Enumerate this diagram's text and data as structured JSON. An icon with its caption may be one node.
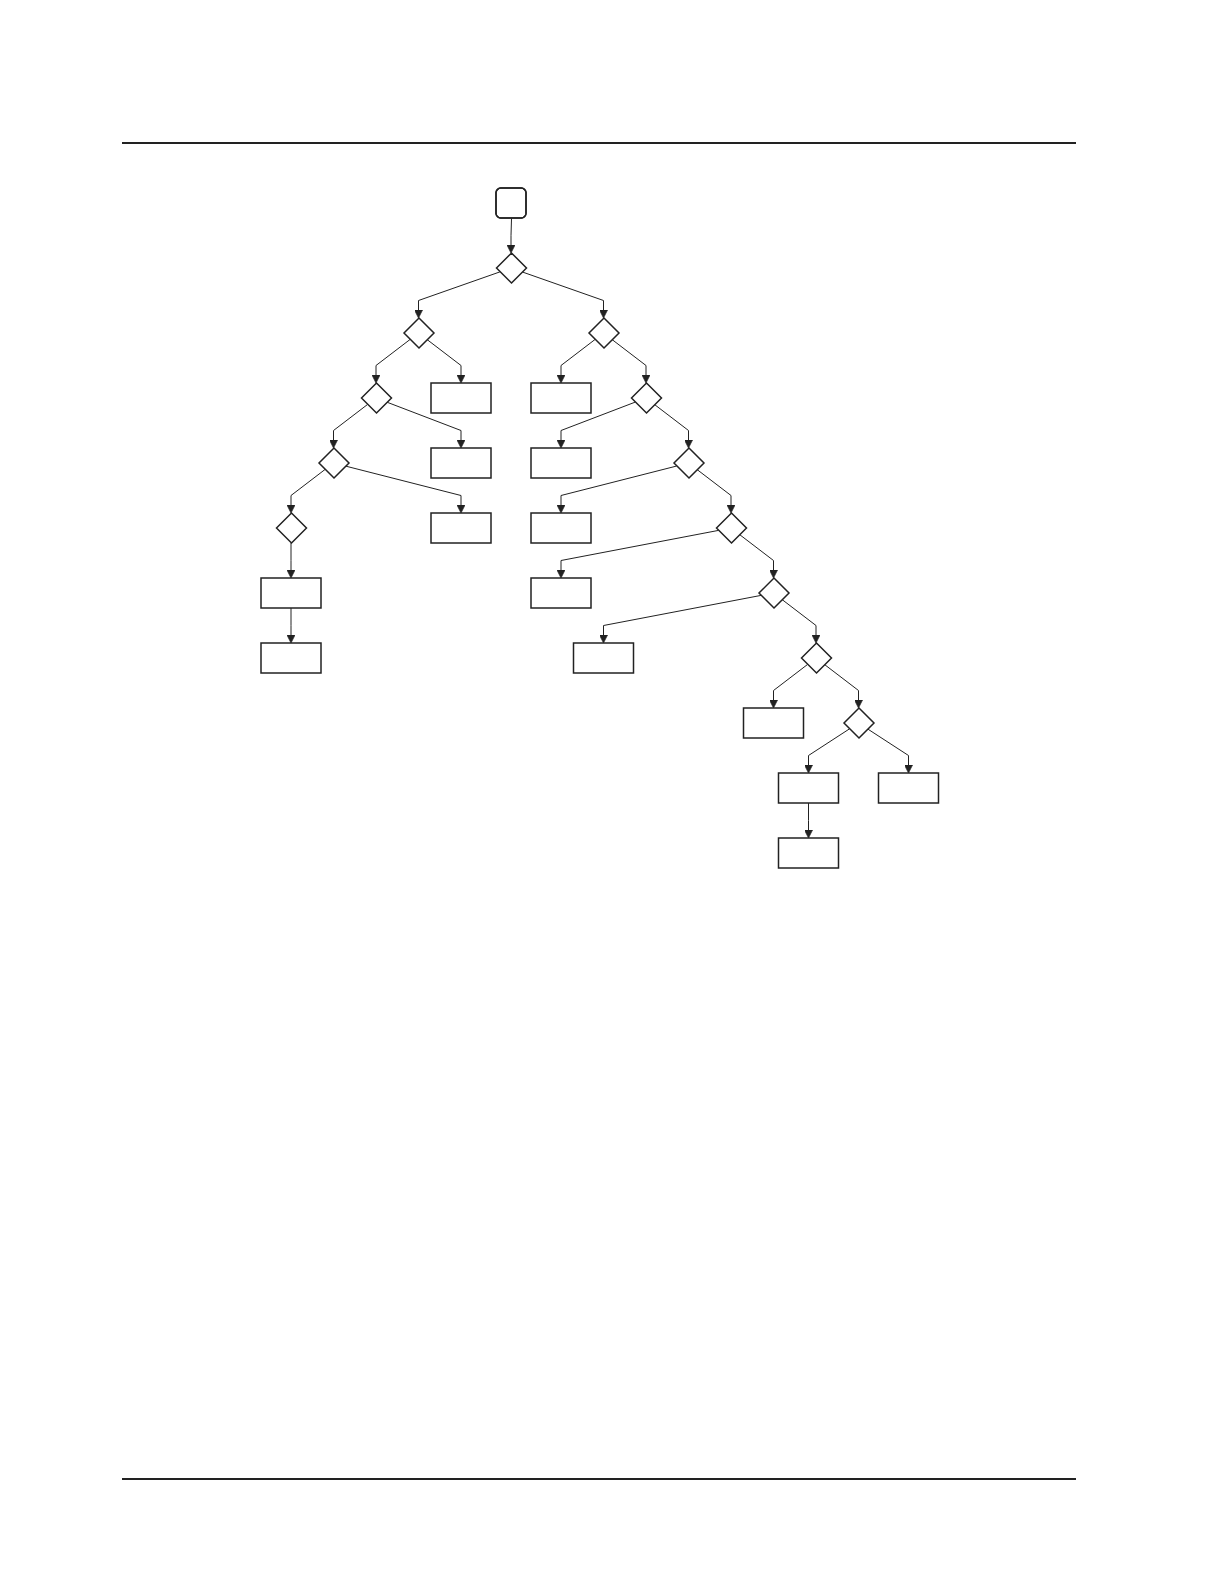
{
  "diagram": {
    "nodes": [
      {
        "text": [],
        "shape": "rounded"
      },
      {
        "text": [],
        "shape": "diamond"
      },
      {
        "text": [],
        "shape": "diamond"
      },
      {
        "text": [],
        "shape": "diamond"
      },
      {
        "text": [],
        "shape": "diamond"
      },
      {
        "text": [],
        "shape": "diamond"
      },
      {
        "text": [],
        "shape": "box"
      },
      {
        "text": [],
        "shape": "box"
      },
      {
        "text": [],
        "shape": "box"
      },
      {
        "text": [],
        "shape": "box"
      },
      {
        "text": [],
        "shape": "diamond"
      },
      {
        "text": [],
        "shape": "box"
      },
      {
        "text": [],
        "shape": "box"
      },
      {
        "text": [],
        "shape": "diamond"
      },
      {
        "text": [],
        "shape": "box"
      },
      {
        "text": [],
        "shape": "diamond"
      },
      {
        "text": [],
        "shape": "box"
      },
      {
        "text": [],
        "shape": "diamond"
      },
      {
        "text": [],
        "shape": "box"
      },
      {
        "text": [],
        "shape": "diamond"
      },
      {
        "text": [],
        "shape": "box"
      },
      {
        "text": [],
        "shape": "diamond"
      },
      {
        "text": [],
        "shape": "box"
      },
      {
        "text": [],
        "shape": "diamond"
      },
      {
        "text": [],
        "shape": "box"
      },
      {
        "text": [],
        "shape": "box"
      },
      {
        "text": [],
        "shape": "box"
      }
    ],
    "edges": [
      {
        "from": 0,
        "to": 1,
        "arrow": "to"
      },
      {
        "from": 1,
        "to": 2,
        "arrow": "to"
      },
      {
        "from": 2,
        "to": 3,
        "arrow": "to"
      },
      {
        "from": 3,
        "to": 4,
        "arrow": "to"
      },
      {
        "from": 4,
        "to": 5,
        "arrow": "to"
      },
      {
        "from": 2,
        "to": 6,
        "arrow": "to"
      },
      {
        "from": 3,
        "to": 7,
        "arrow": "to"
      },
      {
        "from": 4,
        "to": 8,
        "arrow": "to"
      },
      {
        "from": 5,
        "to": 9,
        "arrow": "to"
      },
      {
        "from": 9,
        "to": 12,
        "arrow": "to"
      },
      {
        "from": 1,
        "to": 10,
        "arrow": "to"
      },
      {
        "from": 10,
        "to": 11,
        "arrow": "to"
      },
      {
        "from": 10,
        "to": 13,
        "arrow": "to"
      },
      {
        "from": 13,
        "to": 14,
        "arrow": "to"
      },
      {
        "from": 13,
        "to": 15,
        "arrow": "to"
      },
      {
        "from": 15,
        "to": 16,
        "arrow": "to"
      },
      {
        "from": 15,
        "to": 17,
        "arrow": "to"
      },
      {
        "from": 17,
        "to": 18,
        "arrow": "to"
      },
      {
        "from": 17,
        "to": 19,
        "arrow": "to"
      },
      {
        "from": 19,
        "to": 20,
        "arrow": "to"
      },
      {
        "from": 19,
        "to": 21,
        "arrow": "to"
      },
      {
        "from": 21,
        "to": 22,
        "arrow": "to"
      },
      {
        "from": 21,
        "to": 23,
        "arrow": "to"
      },
      {
        "from": 23,
        "to": 24,
        "arrow": "to"
      },
      {
        "from": 24,
        "to": 25,
        "arrow": "to"
      },
      {
        "from": 23,
        "to": 26,
        "arrow": "to"
      }
    ]
  }
}
